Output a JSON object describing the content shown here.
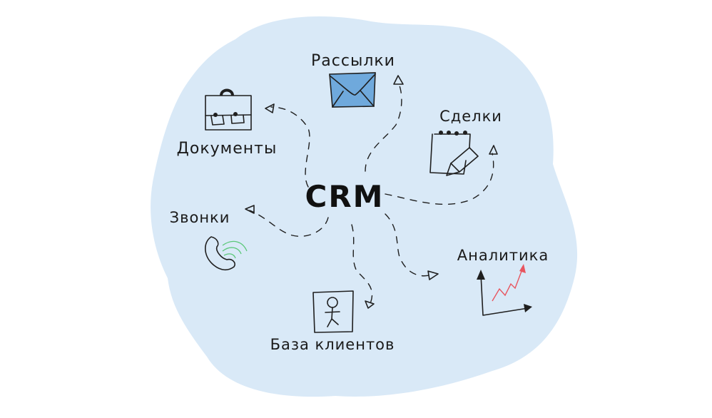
{
  "diagram": {
    "center": {
      "label": "CRM"
    },
    "nodes": [
      {
        "id": "mailings",
        "label": "Рассылки",
        "icon": "envelope-icon"
      },
      {
        "id": "deals",
        "label": "Сделки",
        "icon": "notepad-pencil-icon"
      },
      {
        "id": "analytics",
        "label": "Аналитика",
        "icon": "growth-chart-icon"
      },
      {
        "id": "clients",
        "label": "База клиентов",
        "icon": "person-card-icon"
      },
      {
        "id": "calls",
        "label": "Звонки",
        "icon": "phone-icon"
      },
      {
        "id": "documents",
        "label": "Документы",
        "icon": "briefcase-icon"
      }
    ],
    "colors": {
      "cloud": "#d9e9f7",
      "envelope": "#6fa9dc",
      "phone_waves": "#5cc87a",
      "trend_line": "#e8555f",
      "ink": "#1f1f1f"
    }
  }
}
